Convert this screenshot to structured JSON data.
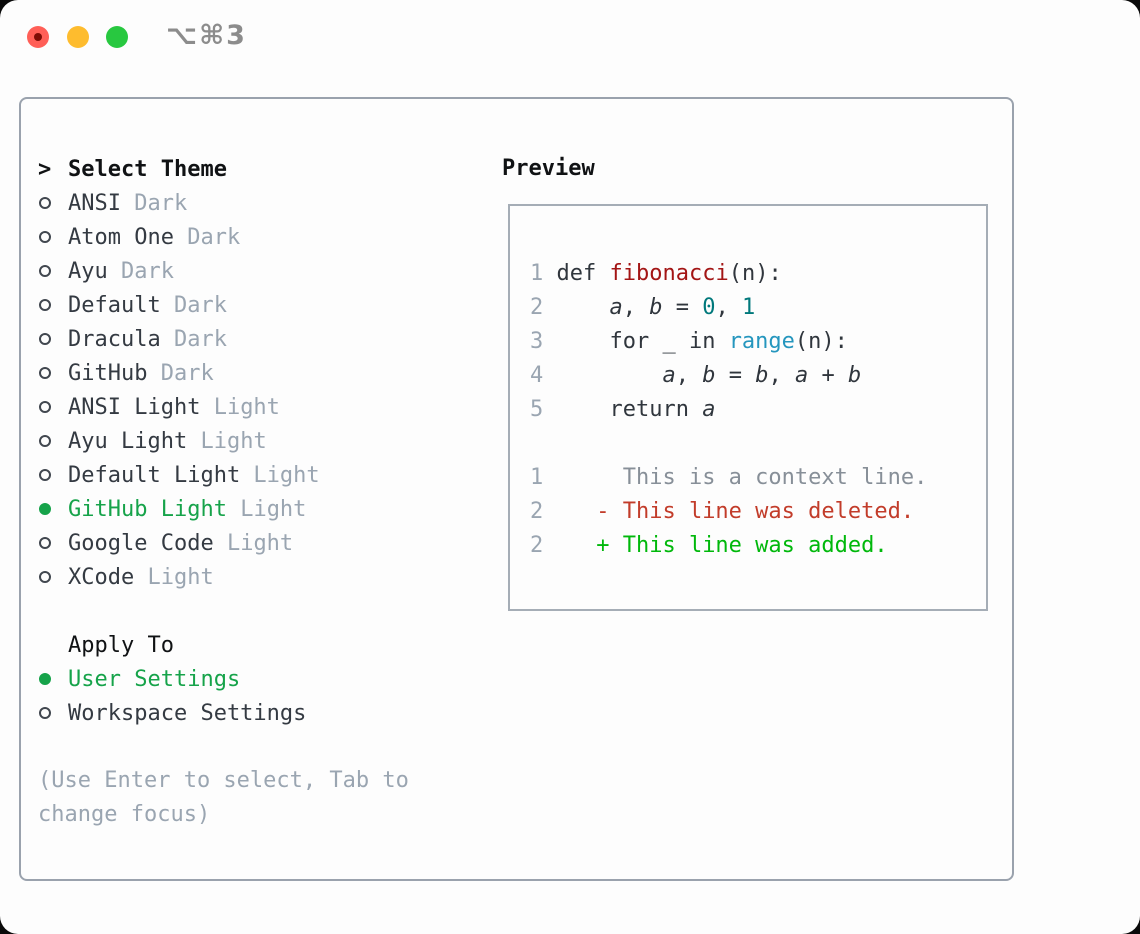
{
  "window": {
    "title": "⌥⌘3",
    "traffic_lights": [
      "close",
      "minimize",
      "zoom"
    ]
  },
  "theme_panel": {
    "header": {
      "marker": ">",
      "label": "Select Theme"
    },
    "themes": [
      {
        "name": "ANSI",
        "variant": "Dark",
        "selected": false
      },
      {
        "name": "Atom One",
        "variant": "Dark",
        "selected": false
      },
      {
        "name": "Ayu",
        "variant": "Dark",
        "selected": false
      },
      {
        "name": "Default",
        "variant": "Dark",
        "selected": false
      },
      {
        "name": "Dracula",
        "variant": "Dark",
        "selected": false
      },
      {
        "name": "GitHub",
        "variant": "Dark",
        "selected": false
      },
      {
        "name": "ANSI Light",
        "variant": "Light",
        "selected": false
      },
      {
        "name": "Ayu Light",
        "variant": "Light",
        "selected": false
      },
      {
        "name": "Default Light",
        "variant": "Light",
        "selected": false
      },
      {
        "name": "GitHub Light",
        "variant": "Light",
        "selected": true
      },
      {
        "name": "Google Code",
        "variant": "Light",
        "selected": false
      },
      {
        "name": "XCode",
        "variant": "Light",
        "selected": false
      }
    ],
    "apply_to": {
      "label": "Apply To",
      "options": [
        {
          "label": "User Settings",
          "selected": true
        },
        {
          "label": "Workspace Settings",
          "selected": false
        }
      ]
    },
    "hint_lines": [
      "(Use Enter to select, Tab to",
      "change focus)"
    ]
  },
  "preview": {
    "label": "Preview",
    "code_lines": [
      [
        {
          "t": "1 ",
          "c": "gutter"
        },
        {
          "t": "def ",
          "c": "plain"
        },
        {
          "t": "fibonacci",
          "c": "func"
        },
        {
          "t": "(n):",
          "c": "plain"
        }
      ],
      [
        {
          "t": "2 ",
          "c": "gutter"
        },
        {
          "t": "    ",
          "c": "plain"
        },
        {
          "t": "a",
          "c": "var"
        },
        {
          "t": ", ",
          "c": "plain"
        },
        {
          "t": "b",
          "c": "var"
        },
        {
          "t": " = ",
          "c": "plain"
        },
        {
          "t": "0",
          "c": "num"
        },
        {
          "t": ", ",
          "c": "plain"
        },
        {
          "t": "1",
          "c": "num"
        }
      ],
      [
        {
          "t": "3 ",
          "c": "gutter"
        },
        {
          "t": "    for _ in ",
          "c": "plain"
        },
        {
          "t": "range",
          "c": "builtin"
        },
        {
          "t": "(n):",
          "c": "plain"
        }
      ],
      [
        {
          "t": "4 ",
          "c": "gutter"
        },
        {
          "t": "        ",
          "c": "plain"
        },
        {
          "t": "a",
          "c": "var"
        },
        {
          "t": ", ",
          "c": "plain"
        },
        {
          "t": "b",
          "c": "var"
        },
        {
          "t": " = ",
          "c": "plain"
        },
        {
          "t": "b",
          "c": "var"
        },
        {
          "t": ", ",
          "c": "plain"
        },
        {
          "t": "a",
          "c": "var"
        },
        {
          "t": " + ",
          "c": "plain"
        },
        {
          "t": "b",
          "c": "var"
        }
      ],
      [
        {
          "t": "5 ",
          "c": "gutter"
        },
        {
          "t": "    return ",
          "c": "plain"
        },
        {
          "t": "a",
          "c": "var"
        }
      ],
      []
    ],
    "diff_lines": [
      [
        {
          "t": "1",
          "c": "gutter"
        },
        {
          "t": "      This is a context line.",
          "c": "context"
        }
      ],
      [
        {
          "t": "2",
          "c": "gutter"
        },
        {
          "t": "    - This line was deleted.",
          "c": "deleted"
        }
      ],
      [
        {
          "t": "2",
          "c": "gutter"
        },
        {
          "t": "    + This line was added.",
          "c": "added"
        }
      ]
    ]
  },
  "colors": {
    "accent_green": "#16a34a",
    "added_green": "#00b80b",
    "deleted_red": "#c23c2a",
    "function_red": "#a31515",
    "number_teal": "#00787b",
    "builtin_blue": "#2596be",
    "gutter_gray": "#9aa5b1",
    "muted_gray": "#9aa5b1",
    "context_gray": "#878f98",
    "text_dark": "#343a42",
    "code_text": "#30363d",
    "heading_black": "#101214",
    "panel_border": "#9aa2ad",
    "preview_border": "#a5adb6",
    "radio_outline": "#41474f",
    "title_gray": "#8c8c8c",
    "traffic_red": "#ff5f57",
    "traffic_red_dot": "#7d0d06",
    "traffic_yellow": "#febc2e",
    "traffic_green": "#28c840"
  }
}
